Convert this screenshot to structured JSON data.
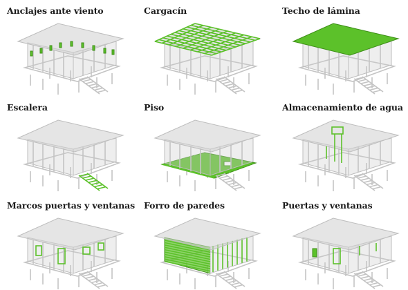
{
  "panels": [
    {
      "title": "Anclajes ante viento",
      "highlight": "anchors"
    },
    {
      "title": "Cargacín",
      "highlight": "roof-frame"
    },
    {
      "title": "Techo de lámina",
      "highlight": "roof"
    },
    {
      "title": "Escalera",
      "highlight": "stairs"
    },
    {
      "title": "Piso",
      "highlight": "floor"
    },
    {
      "title": "Almacenamiento de agua",
      "highlight": "water"
    },
    {
      "title": "Marcos puertas y ventanas",
      "highlight": "frames"
    },
    {
      "title": "Forro de paredes",
      "highlight": "walls"
    },
    {
      "title": "Puertas y ventanas",
      "highlight": "doors"
    }
  ],
  "colors": {
    "accent": "#5cc12a",
    "structure": "#c4c4c4"
  }
}
